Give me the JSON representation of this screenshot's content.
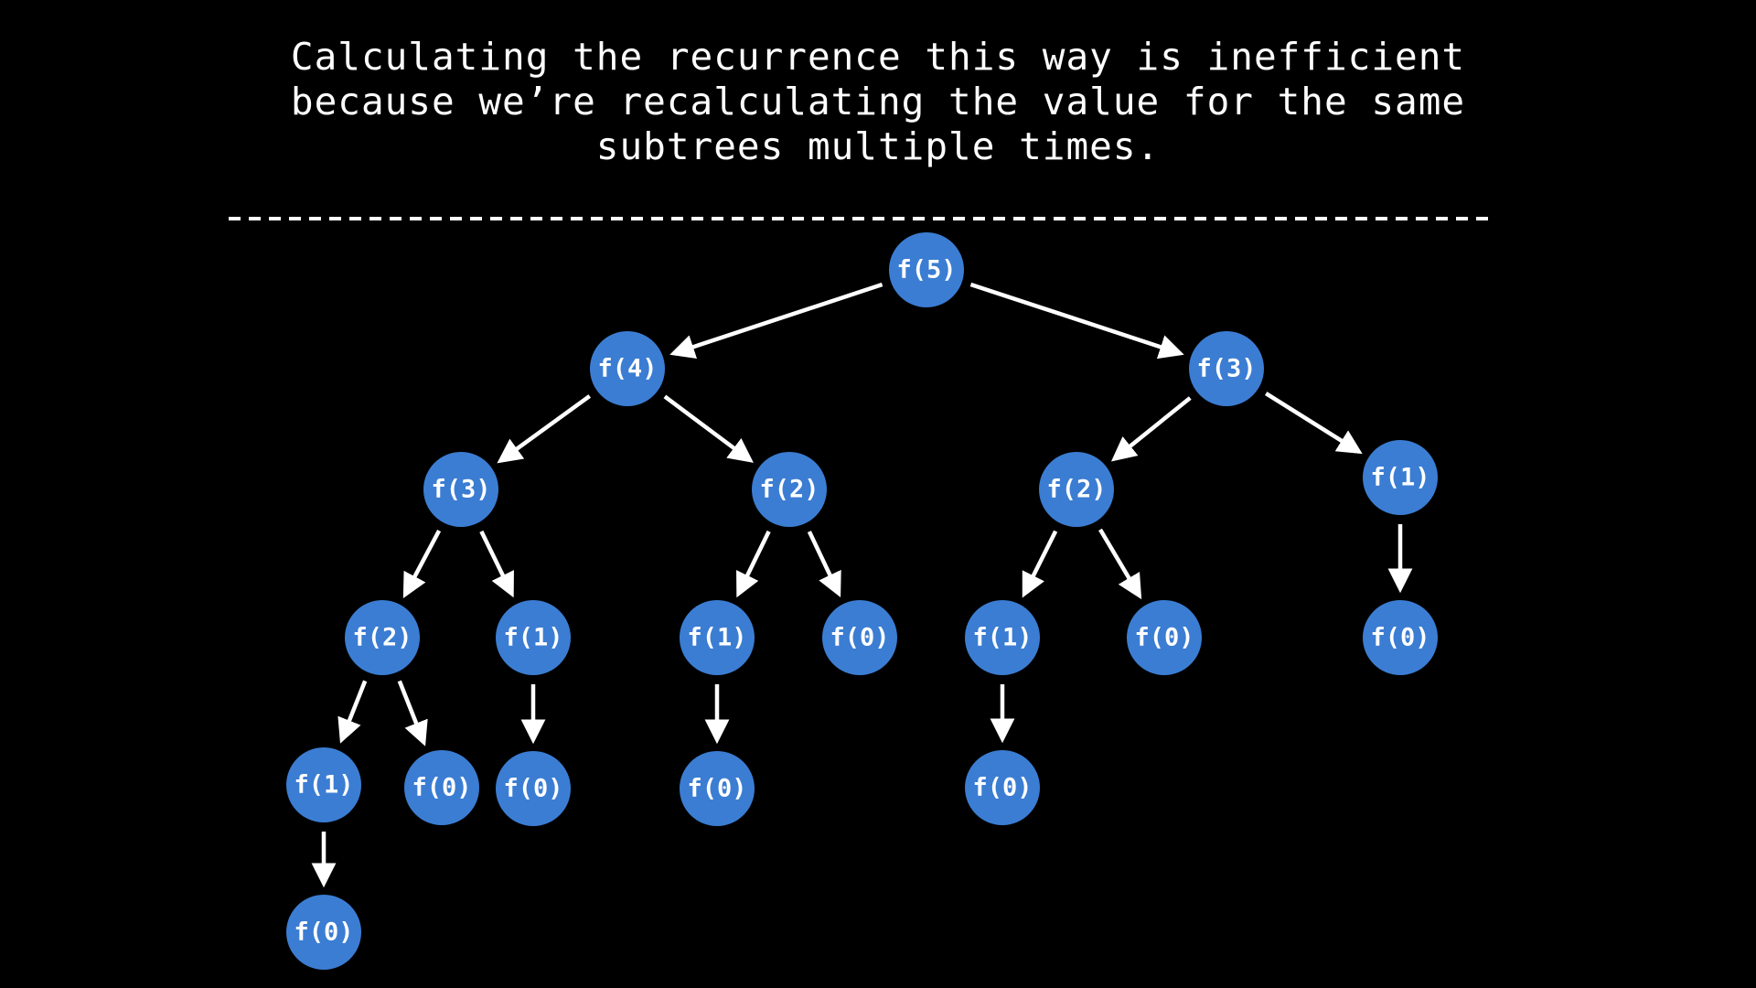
{
  "caption": {
    "lines": [
      "Calculating the recurrence this way is inefficient",
      "because we’re recalculating the value for the same",
      "subtrees multiple times."
    ]
  },
  "colors": {
    "background": "#000000",
    "node_fill": "#3b7dd3",
    "text": "#ffffff",
    "edge": "#ffffff"
  },
  "tree": {
    "nodes": [
      {
        "id": "n5",
        "label": "f(5)"
      },
      {
        "id": "n4",
        "label": "f(4)"
      },
      {
        "id": "n3r",
        "label": "f(3)"
      },
      {
        "id": "n3l",
        "label": "f(3)"
      },
      {
        "id": "n2a",
        "label": "f(2)"
      },
      {
        "id": "n2b",
        "label": "f(2)"
      },
      {
        "id": "n1r",
        "label": "f(1)"
      },
      {
        "id": "n2c",
        "label": "f(2)"
      },
      {
        "id": "n1a",
        "label": "f(1)"
      },
      {
        "id": "n1b",
        "label": "f(1)"
      },
      {
        "id": "n0a",
        "label": "f(0)"
      },
      {
        "id": "n1c",
        "label": "f(1)"
      },
      {
        "id": "n0b",
        "label": "f(0)"
      },
      {
        "id": "n0c",
        "label": "f(0)"
      },
      {
        "id": "n1d",
        "label": "f(1)"
      },
      {
        "id": "n0d",
        "label": "f(0)"
      },
      {
        "id": "n0e",
        "label": "f(0)"
      },
      {
        "id": "n0f",
        "label": "f(0)"
      },
      {
        "id": "n0g",
        "label": "f(0)"
      },
      {
        "id": "n0h",
        "label": "f(0)"
      }
    ],
    "edges": [
      [
        "n5",
        "n4"
      ],
      [
        "n5",
        "n3r"
      ],
      [
        "n4",
        "n3l"
      ],
      [
        "n4",
        "n2a"
      ],
      [
        "n3r",
        "n2b"
      ],
      [
        "n3r",
        "n1r"
      ],
      [
        "n3l",
        "n2c"
      ],
      [
        "n3l",
        "n1a"
      ],
      [
        "n2a",
        "n1b"
      ],
      [
        "n2a",
        "n0a"
      ],
      [
        "n2b",
        "n1c"
      ],
      [
        "n2b",
        "n0b"
      ],
      [
        "n1r",
        "n0c"
      ],
      [
        "n2c",
        "n1d"
      ],
      [
        "n2c",
        "n0d"
      ],
      [
        "n1a",
        "n0e"
      ],
      [
        "n1b",
        "n0f"
      ],
      [
        "n1c",
        "n0g"
      ],
      [
        "n1d",
        "n0h"
      ]
    ]
  }
}
